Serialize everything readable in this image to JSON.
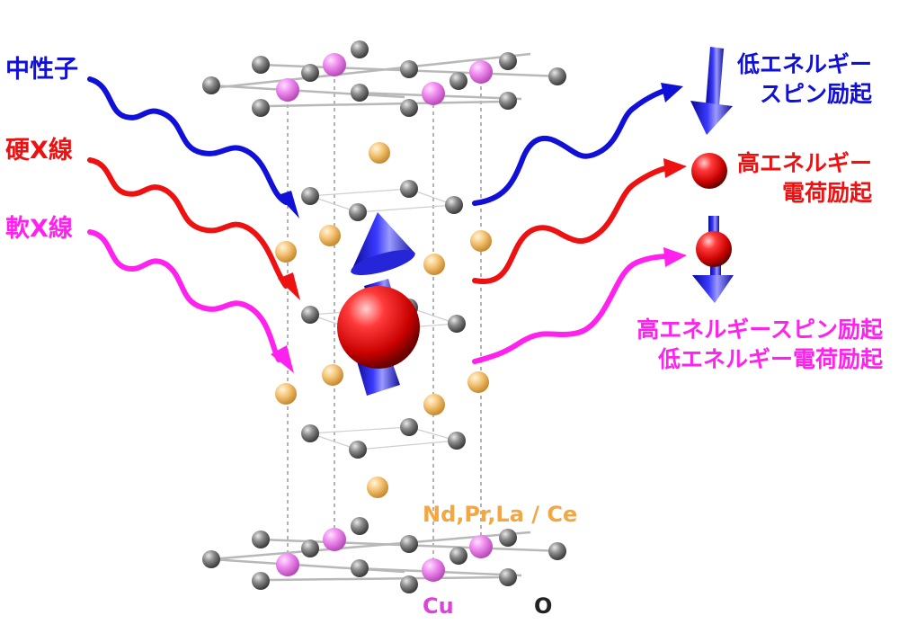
{
  "incoming": [
    {
      "id": "neutron",
      "label": "中性子",
      "color": "#1010d8"
    },
    {
      "id": "hard_xray",
      "label": "硬X線",
      "color": "#ee1111"
    },
    {
      "id": "soft_xray",
      "label": "軟X線",
      "color": "#ff22ee"
    }
  ],
  "outgoing": [
    {
      "id": "neutron_out",
      "lines": [
        "低エネルギー",
        "スピン励起"
      ],
      "color": "#1010d8"
    },
    {
      "id": "hard_out",
      "lines": [
        "高エネルギー",
        "電荷励起"
      ],
      "color": "#ee1111"
    },
    {
      "id": "soft_out",
      "lines": [
        "高エネルギースピン励起",
        "低エネルギー電荷励起"
      ],
      "color": "#ff22ee"
    }
  ],
  "elements": {
    "rare_earth": {
      "label": "Nd,Pr,La / Ce",
      "color": "#f4a640"
    },
    "copper": {
      "label": "Cu",
      "color": "#e040e0"
    },
    "oxygen": {
      "label": "O",
      "color": "#222222"
    }
  },
  "colors": {
    "spin_arrow": "#1212c8",
    "charge_sphere": "#dd1111",
    "oxygen_atom": "#808080",
    "copper_atom": "#ee88ee",
    "rare_earth_atom": "#f6c77a"
  }
}
